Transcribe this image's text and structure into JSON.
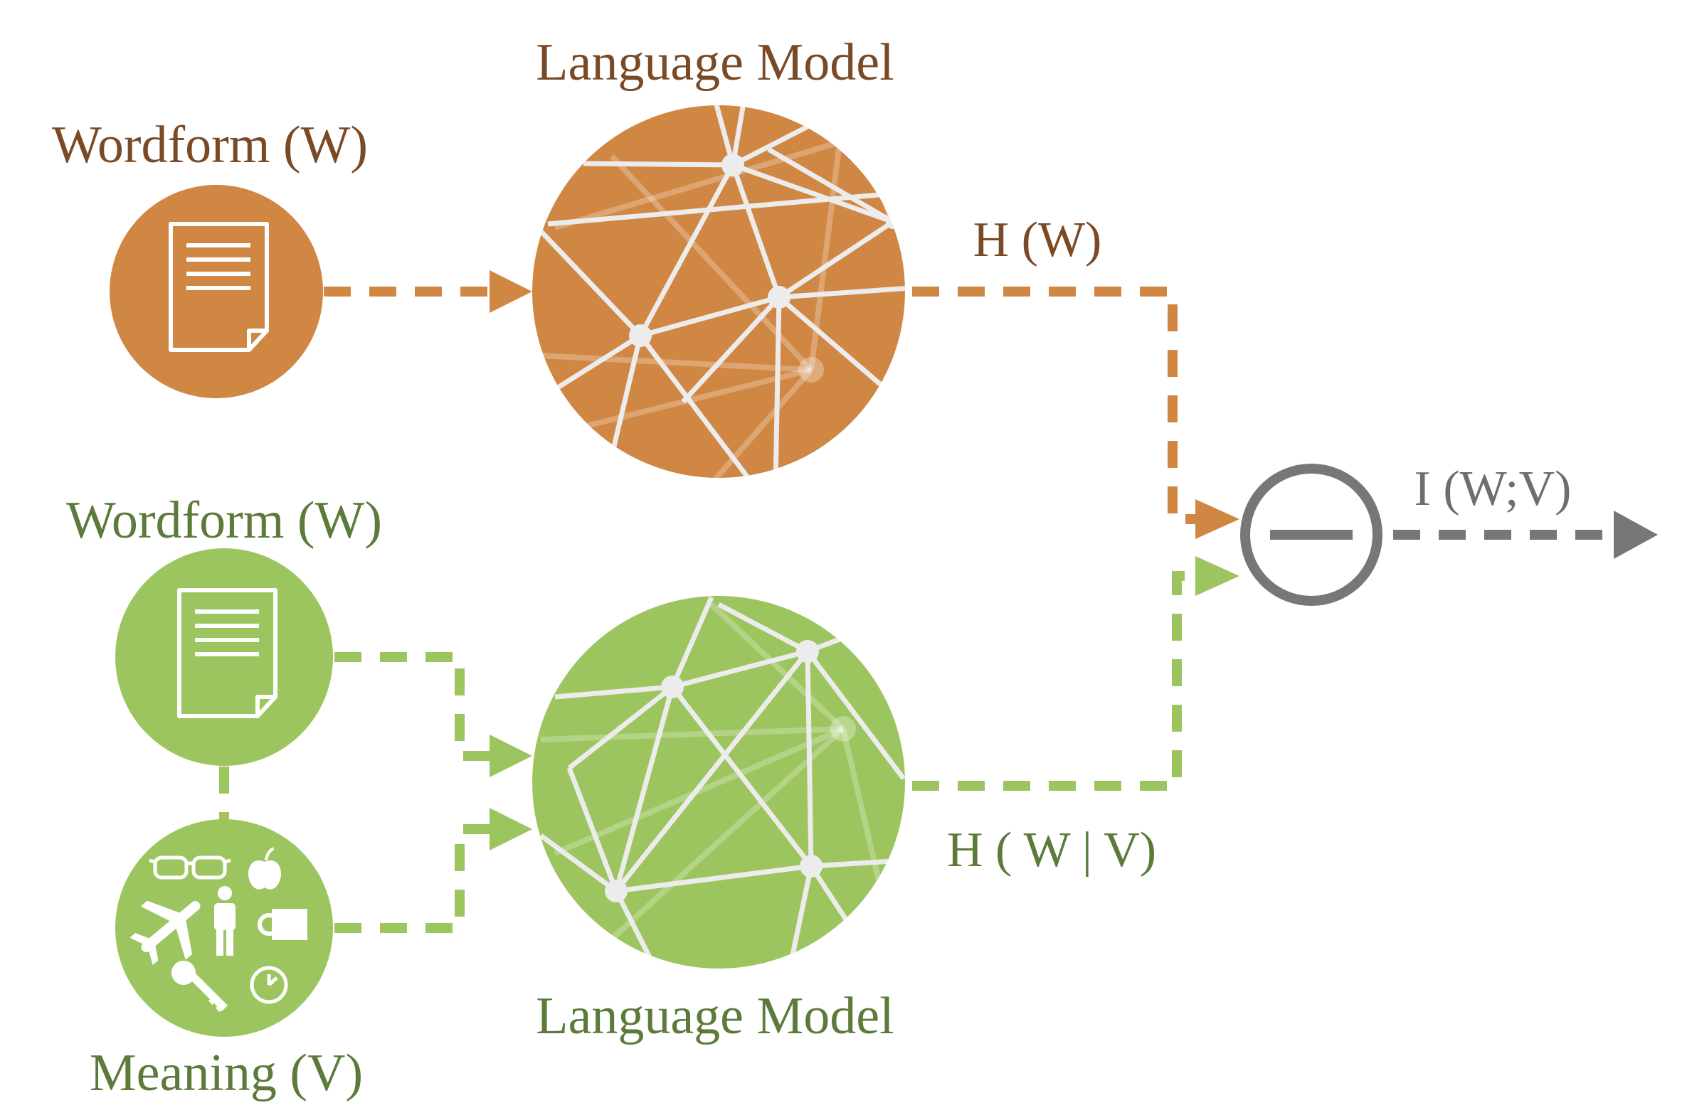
{
  "colors": {
    "orange": "#d08743",
    "brown_text": "#7a4a26",
    "green": "#9dc55f",
    "green_text": "#5c7a3a",
    "grey": "#777777",
    "grey_text": "#6e6e6e",
    "net_line": "#ececec"
  },
  "top_path": {
    "input_label": "Wordform (W)",
    "model_label": "Language Model",
    "output_label": "H (W)",
    "input_icon": "document-icon"
  },
  "bottom_path": {
    "input_wordform_label": "Wordform (W)",
    "input_meaning_label": "Meaning (V)",
    "model_label": "Language Model",
    "output_label": "H ( W | V)",
    "wordform_icon": "document-icon",
    "meaning_icons": [
      "glasses-icon",
      "apple-icon",
      "airplane-icon",
      "person-icon",
      "mug-icon",
      "key-icon",
      "clock-icon"
    ]
  },
  "operator": {
    "icon": "minus-icon",
    "output_label": "I (W;V)"
  }
}
